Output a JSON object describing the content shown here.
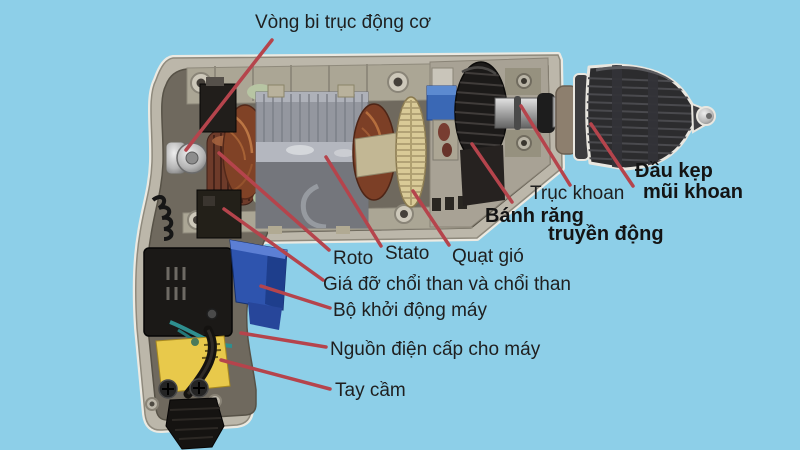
{
  "diagram": {
    "subject": "cutaway anatomy of an electric hand drill",
    "language": "vi"
  },
  "colors": {
    "background": "#8dcfe8",
    "leader_line": "#b5444c",
    "label_text": "#1f1f1f",
    "housing_gray": "#bcb7aa",
    "cavity_dark": "#6f695e",
    "stator_gray": "#94979f",
    "copper_winding": "#8a4a2e",
    "fan_beige": "#d9ca97",
    "gear_black": "#1c1a19",
    "chuck_black": "#2c2c2e",
    "trigger_blue": "#2e54ae",
    "sticker_yellow": "#e8c94b"
  },
  "labels": [
    {
      "id": "vong-bi",
      "text": "Vòng bi trục động cơ",
      "bold": false
    },
    {
      "id": "dau-kep",
      "line1": "Đầu kẹp",
      "line2": "mũi khoan",
      "bold": true
    },
    {
      "id": "truc-khoan",
      "text": "Trục khoan",
      "bold": false
    },
    {
      "id": "banh-rang",
      "line1": "Bánh răng",
      "line2": "truyền động",
      "bold": true
    },
    {
      "id": "roto",
      "text": "Roto",
      "bold": false
    },
    {
      "id": "stato",
      "text": "Stato",
      "bold": false
    },
    {
      "id": "quat-gio",
      "text": "Quạt gió",
      "bold": false
    },
    {
      "id": "gia-do",
      "text": "Giá đỡ chổi than và chổi than",
      "bold": false
    },
    {
      "id": "bo-khoi-dong",
      "text": "Bộ khởi động máy",
      "bold": false
    },
    {
      "id": "nguon-dien",
      "text": "Nguồn điện cấp cho máy",
      "bold": false
    },
    {
      "id": "tay-cam",
      "text": "Tay cầm",
      "bold": false
    }
  ]
}
